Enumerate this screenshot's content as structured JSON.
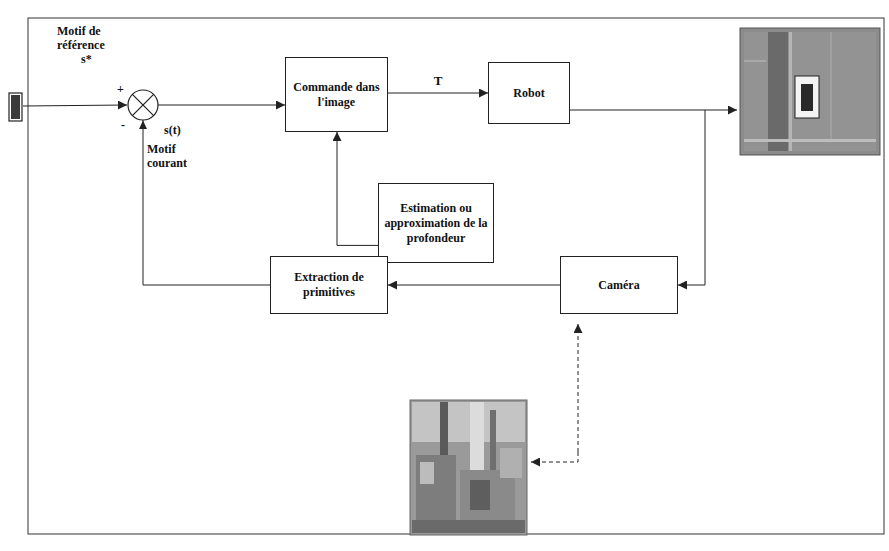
{
  "diagram": {
    "nodes": [
      {
        "text": [
          "Commande dans l'image"
        ]
      },
      {
        "text": [
          "Robot"
        ]
      },
      {
        "text": [
          "Estimation ou approximation de la profondeur"
        ]
      },
      {
        "text": [
          "Caméra"
        ]
      },
      {
        "text": [
          "Extraction de primitives"
        ]
      }
    ],
    "edges": [
      {
        "from": 0,
        "to": 1,
        "arrow": "to",
        "label": "T"
      },
      {
        "from": 1,
        "to": 3,
        "arrow": "to"
      },
      {
        "from": 3,
        "to": 4,
        "arrow": "to"
      },
      {
        "from": 4,
        "to": 0,
        "arrow": "to"
      },
      {
        "from": 2,
        "to": 0,
        "arrow": "to"
      }
    ],
    "labels": [
      "Motif de référence",
      "s*",
      "+",
      "-",
      "s(t)",
      "Motif courant"
    ]
  }
}
